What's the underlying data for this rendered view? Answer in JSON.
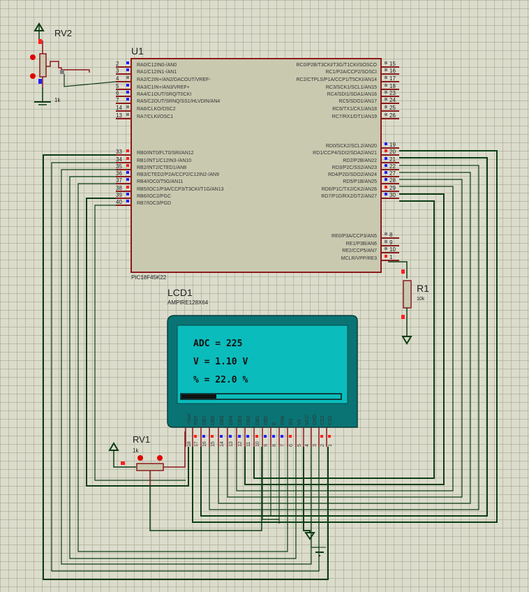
{
  "schematic": {
    "u1": {
      "ref": "U1",
      "part": "PIC18F45K22",
      "left_pins": [
        {
          "num": "2",
          "name": "RA0/C12IN0-/AN0",
          "state": "blue"
        },
        {
          "num": "3",
          "name": "RA1/C12IN1-/AN1",
          "state": "blue"
        },
        {
          "num": "4",
          "name": "RA2/C2IN+/AN2/DACOUT/VREF-",
          "state": "gray"
        },
        {
          "num": "5",
          "name": "RA3/C1IN+/AN3/VREF+",
          "state": "blue"
        },
        {
          "num": "6",
          "name": "RA4/C1OUT/SRQ/T0CKI",
          "state": "blue"
        },
        {
          "num": "7",
          "name": "RA5/C2OUT/SRNQ/SS1/HLVDIN/AN4",
          "state": "blue"
        },
        {
          "num": "14",
          "name": "RA6/CLKO/OSC2",
          "state": "gray"
        },
        {
          "num": "13",
          "name": "RA7/CLKI/OSC1",
          "state": "gray"
        },
        {
          "num": "33",
          "name": "RB0/INT0/FLT0/SRI/AN12",
          "state": "red"
        },
        {
          "num": "34",
          "name": "RB1/INT1/C12IN3-/AN10",
          "state": "red"
        },
        {
          "num": "35",
          "name": "RB2/INT2/CTED1/AN8",
          "state": "red"
        },
        {
          "num": "36",
          "name": "RB3/CTED2/P2A/CCP2/C12IN2-/AN9",
          "state": "blue"
        },
        {
          "num": "37",
          "name": "RB4/IOC0/T5G/AN11",
          "state": "blue"
        },
        {
          "num": "38",
          "name": "RB5/IOC1/P3A/CCP3/T3CKI/T1G/AN13",
          "state": "red"
        },
        {
          "num": "39",
          "name": "RB6/IOC2/PGC",
          "state": "blue"
        },
        {
          "num": "40",
          "name": "RB7/IOC3/PGD",
          "state": "blue"
        }
      ],
      "right_pins": [
        {
          "num": "15",
          "name": "RC0/P2B/T3CKI/T3G/T1CKI/SOSCO",
          "state": "gray"
        },
        {
          "num": "16",
          "name": "RC1/P2A/CCP2/SOSCI",
          "state": "gray"
        },
        {
          "num": "17",
          "name": "RC2/CTPLS/P1A/CCP1/T5CKI/AN14",
          "state": "gray"
        },
        {
          "num": "18",
          "name": "RC3/SCK1/SCL1/AN15",
          "state": "gray"
        },
        {
          "num": "23",
          "name": "RC4/SDI1/SDA1/AN16",
          "state": "gray"
        },
        {
          "num": "24",
          "name": "RC5/SDO1/AN17",
          "state": "gray"
        },
        {
          "num": "25",
          "name": "RC6/TX1/CK1/AN18",
          "state": "gray"
        },
        {
          "num": "26",
          "name": "RC7/RX1/DT1/AN19",
          "state": "gray"
        },
        {
          "num": "19",
          "name": "RD0/SCK2/SCL2/AN20",
          "state": "blue"
        },
        {
          "num": "20",
          "name": "RD1/CCP4/SDI2/SDA2/AN21",
          "state": "red"
        },
        {
          "num": "21",
          "name": "RD2/P2B/AN22",
          "state": "blue"
        },
        {
          "num": "22",
          "name": "RD3/P2C/SS2/AN23",
          "state": "blue"
        },
        {
          "num": "27",
          "name": "RD4/P2D/SDO2/AN24",
          "state": "blue"
        },
        {
          "num": "28",
          "name": "RD5/P1B/AN25",
          "state": "blue"
        },
        {
          "num": "29",
          "name": "RD6/P1C/TX2/CK2/AN26",
          "state": "red"
        },
        {
          "num": "30",
          "name": "RD7/P1D/RX2/DT2/AN27",
          "state": "blue"
        },
        {
          "num": "8",
          "name": "RE0/P3A/CCP3/AN5",
          "state": "gray"
        },
        {
          "num": "9",
          "name": "RE1/P3B/AN6",
          "state": "gray"
        },
        {
          "num": "10",
          "name": "RE2/CCP5/AN7",
          "state": "gray"
        },
        {
          "num": "1",
          "name": "MCLR/VPP/RE3",
          "state": "red"
        }
      ]
    },
    "rv2": {
      "ref": "RV2",
      "value": "1k"
    },
    "rv1": {
      "ref": "RV1",
      "value": "1k"
    },
    "r1": {
      "ref": "R1",
      "value": "10k"
    },
    "lcd1": {
      "ref": "LCD1",
      "part": "AMPIRE128X64",
      "lines": [
        "ADC =  225",
        "V = 1.10 V",
        "% = 22.0 %"
      ],
      "bar_fill_fraction": 0.22,
      "pins": [
        {
          "num": "18",
          "name": "-Vout",
          "state": "none"
        },
        {
          "num": "17",
          "name": "RST",
          "state": "red"
        },
        {
          "num": "16",
          "name": "DB7",
          "state": "blue"
        },
        {
          "num": "15",
          "name": "DB6",
          "state": "red"
        },
        {
          "num": "14",
          "name": "DB5",
          "state": "blue"
        },
        {
          "num": "13",
          "name": "DB4",
          "state": "blue"
        },
        {
          "num": "12",
          "name": "DB3",
          "state": "blue"
        },
        {
          "num": "11",
          "name": "DB2",
          "state": "blue"
        },
        {
          "num": "10",
          "name": "DB1",
          "state": "red"
        },
        {
          "num": "9",
          "name": "DB0",
          "state": "blue"
        },
        {
          "num": "8",
          "name": "E",
          "state": "blue"
        },
        {
          "num": "7",
          "name": "R/W",
          "state": "blue"
        },
        {
          "num": "6",
          "name": "RS",
          "state": "red"
        },
        {
          "num": "5",
          "name": "V0",
          "state": "none"
        },
        {
          "num": "4",
          "name": "VCC",
          "state": "none"
        },
        {
          "num": "3",
          "name": "GND",
          "state": "none"
        },
        {
          "num": "2",
          "name": "CS2",
          "state": "red"
        },
        {
          "num": "1",
          "name": "CS1",
          "state": "red"
        }
      ]
    },
    "colors": {
      "background": "#dcdccc",
      "grid": "#b4b4a4",
      "wire": "#0b3d14",
      "component_outline": "#8b1a1a",
      "component_fill": "#c9c9b0",
      "lcd_frame": "#0a7474",
      "lcd_screen": "#0bbcbc",
      "logic_high": "#ff2020",
      "logic_low": "#2020ff",
      "logic_unknown": "#808080"
    }
  }
}
